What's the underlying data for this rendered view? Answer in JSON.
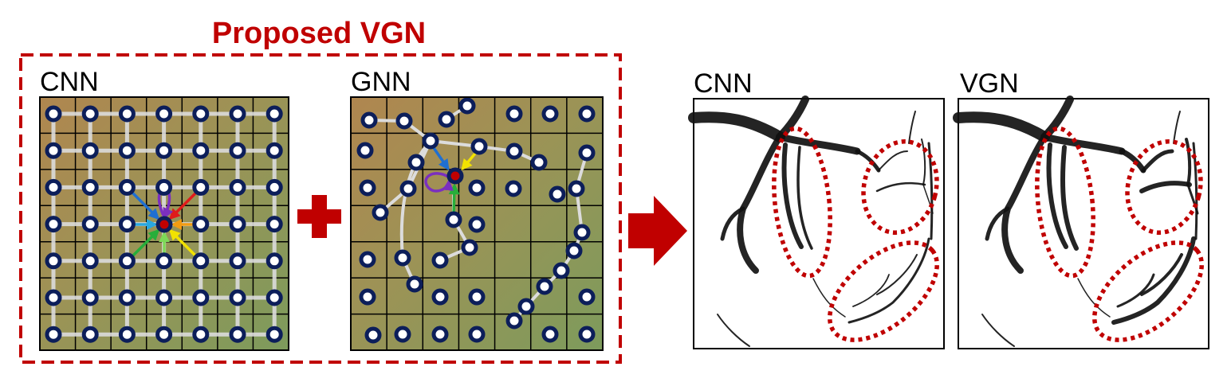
{
  "title": "Proposed VGN",
  "panels": {
    "cnn_graph": "CNN",
    "gnn_graph": "GNN",
    "cnn_output": "CNN",
    "vgn_output": "VGN"
  },
  "colors": {
    "accent": "#c00000",
    "node_ring": "#0c1e5a",
    "edge": "#dcdcdc",
    "arrow_blue": "#1f6fd1",
    "arrow_red": "#e01b1b",
    "arrow_orange": "#f39c12",
    "arrow_yellow": "#f2e200",
    "arrow_green": "#27ae3a",
    "arrow_purple": "#7b2fbf"
  },
  "icons": [
    "plus-icon",
    "right-arrow-icon"
  ]
}
